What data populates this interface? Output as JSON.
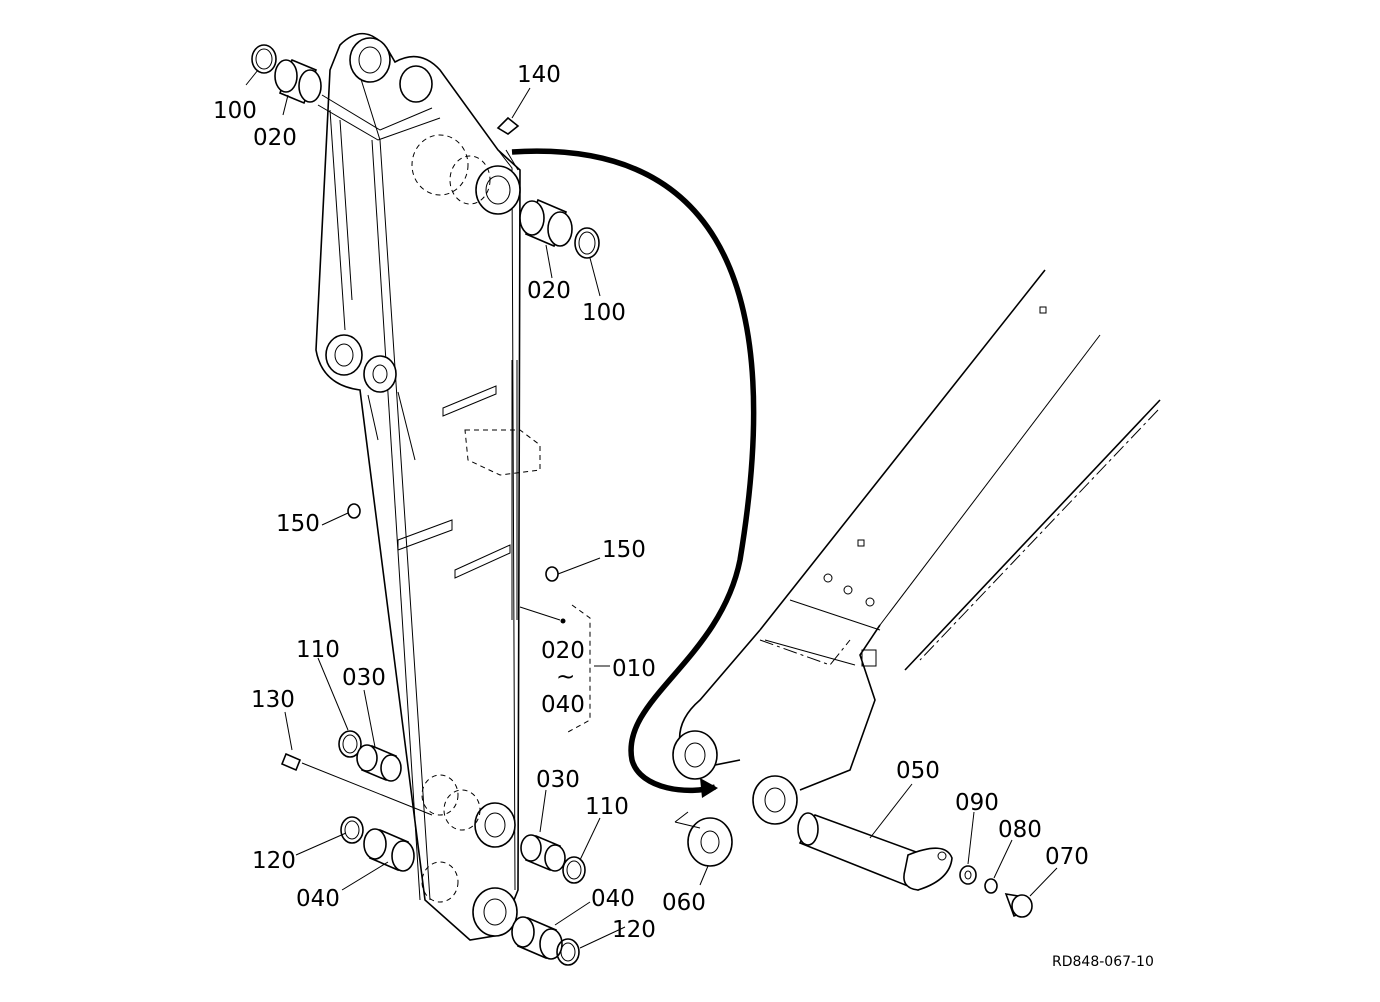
{
  "drawing_ref": "RD848-067-10",
  "callouts": [
    {
      "id": "c100a",
      "label": "100"
    },
    {
      "id": "c020a",
      "label": "020"
    },
    {
      "id": "c140",
      "label": "140"
    },
    {
      "id": "c020b",
      "label": "020"
    },
    {
      "id": "c100b",
      "label": "100"
    },
    {
      "id": "c150a",
      "label": "150"
    },
    {
      "id": "c150b",
      "label": "150"
    },
    {
      "id": "c020c",
      "label": "020"
    },
    {
      "id": "ctilde",
      "label": "~"
    },
    {
      "id": "c040a",
      "label": "040"
    },
    {
      "id": "c010",
      "label": "010"
    },
    {
      "id": "c110a",
      "label": "110"
    },
    {
      "id": "c030a",
      "label": "030"
    },
    {
      "id": "c130",
      "label": "130"
    },
    {
      "id": "c030b",
      "label": "030"
    },
    {
      "id": "c110b",
      "label": "110"
    },
    {
      "id": "c120a",
      "label": "120"
    },
    {
      "id": "c040b",
      "label": "040"
    },
    {
      "id": "c040c",
      "label": "040"
    },
    {
      "id": "c120b",
      "label": "120"
    },
    {
      "id": "c060",
      "label": "060"
    },
    {
      "id": "c050",
      "label": "050"
    },
    {
      "id": "c090",
      "label": "090"
    },
    {
      "id": "c080",
      "label": "080"
    },
    {
      "id": "c070",
      "label": "070"
    }
  ]
}
